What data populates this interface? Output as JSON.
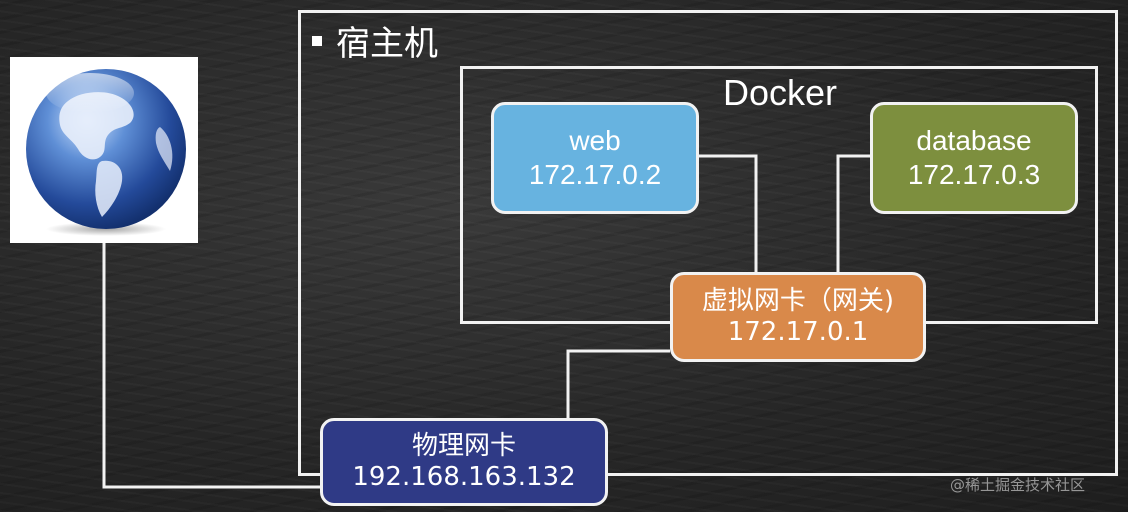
{
  "host": {
    "title": "宿主机"
  },
  "docker": {
    "title": "Docker"
  },
  "nodes": {
    "web": {
      "name": "web",
      "ip": "172.17.0.2",
      "color": "#67b3e0"
    },
    "database": {
      "name": "database",
      "ip": "172.17.0.3",
      "color": "#7d8f3e"
    },
    "virtual_nic": {
      "name": "虚拟网卡（网关)",
      "ip": "172.17.0.1",
      "color": "#d9894a"
    },
    "physical_nic": {
      "name": "物理网卡",
      "ip": "192.168.163.132",
      "color": "#2f3a86"
    }
  },
  "icons": {
    "internet": "globe-icon"
  },
  "watermark": "@稀土掘金技术社区"
}
